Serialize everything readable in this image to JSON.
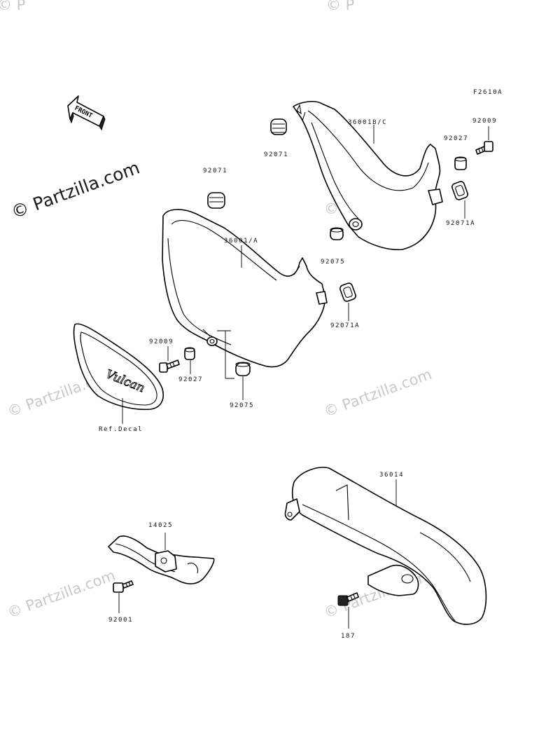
{
  "figure_code": "F2610A",
  "front_arrow_text": "FRONT",
  "watermarks": {
    "main": "© Partzilla.com",
    "faint": "© Partzilla.com",
    "top_left": "© P",
    "top_right": "© P"
  },
  "parts": [
    {
      "id": "36001B/C",
      "label": "36001B/C"
    },
    {
      "id": "92071-top",
      "label": "92071"
    },
    {
      "id": "92027-top",
      "label": "92027"
    },
    {
      "id": "92009-top",
      "label": "92009"
    },
    {
      "id": "92071A-top",
      "label": "92071A"
    },
    {
      "id": "92075-top",
      "label": "92075"
    },
    {
      "id": "92071-mid",
      "label": "92071"
    },
    {
      "id": "36001/A",
      "label": "36001/A"
    },
    {
      "id": "92071A-mid",
      "label": "92071A"
    },
    {
      "id": "92009-left",
      "label": "92009"
    },
    {
      "id": "92027-left",
      "label": "92027"
    },
    {
      "id": "92075-left",
      "label": "92075"
    },
    {
      "id": "ref-decal",
      "label": "Ref.Decal"
    },
    {
      "id": "36014",
      "label": "36014"
    },
    {
      "id": "14025",
      "label": "14025"
    },
    {
      "id": "92001",
      "label": "92001"
    },
    {
      "id": "187",
      "label": "187"
    }
  ],
  "decal_text": "Vulcan"
}
